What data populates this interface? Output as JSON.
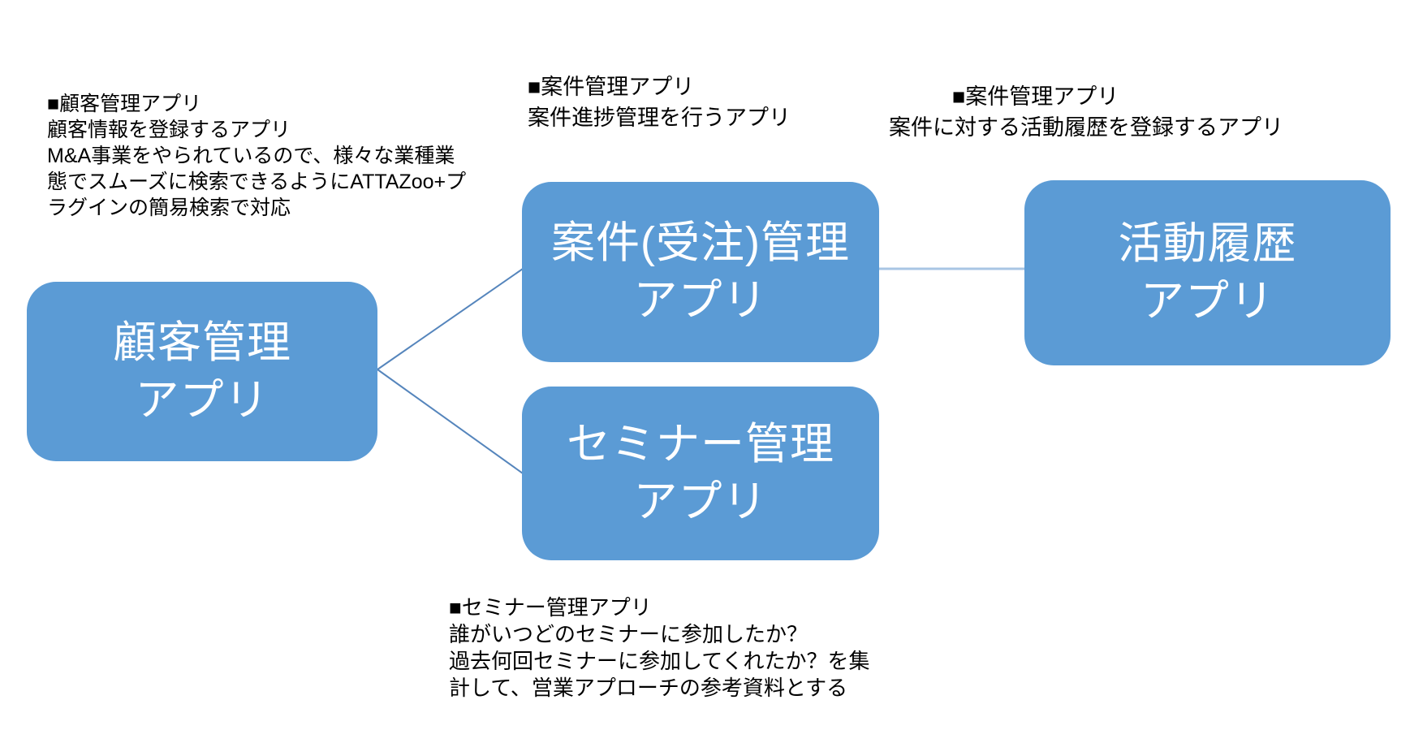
{
  "diagram": {
    "title": "App relationship diagram",
    "colors": {
      "box_fill": "#5B9BD5",
      "box_text": "#ffffff",
      "connector_diagonal": "#5585bc",
      "connector_horizontal": "#a9c6e4",
      "annotation_text": "#000000",
      "background": "#ffffff"
    },
    "nodes": [
      {
        "id": "customer",
        "line1": "顧客管理",
        "line2": "アプリ"
      },
      {
        "id": "case",
        "line1": "案件(受注)管理",
        "line2": "アプリ"
      },
      {
        "id": "seminar",
        "line1": "セミナー管理",
        "line2": "アプリ"
      },
      {
        "id": "activity",
        "line1": "活動履歴",
        "line2": "アプリ"
      }
    ],
    "annotations": [
      {
        "id": "customer-note",
        "lines": [
          "■顧客管理アプリ",
          "顧客情報を登録するアプリ",
          "M&A事業をやられているので、様々な業種業",
          "態でスムーズに検索できるようにATTAZoo+プ",
          "ラグインの簡易検索で対応"
        ]
      },
      {
        "id": "case-note",
        "lines": [
          "■案件管理アプリ",
          "案件進捗管理を行うアプリ"
        ]
      },
      {
        "id": "activity-note",
        "lines": [
          "■案件管理アプリ",
          "案件に対する活動履歴を登録するアプリ"
        ]
      },
      {
        "id": "seminar-note",
        "lines": [
          "■セミナー管理アプリ",
          "誰がいつどのセミナーに参加したか？",
          "過去何回セミナーに参加してくれたか？を集",
          "計して、営業アプローチの参考資料とする"
        ]
      }
    ]
  }
}
